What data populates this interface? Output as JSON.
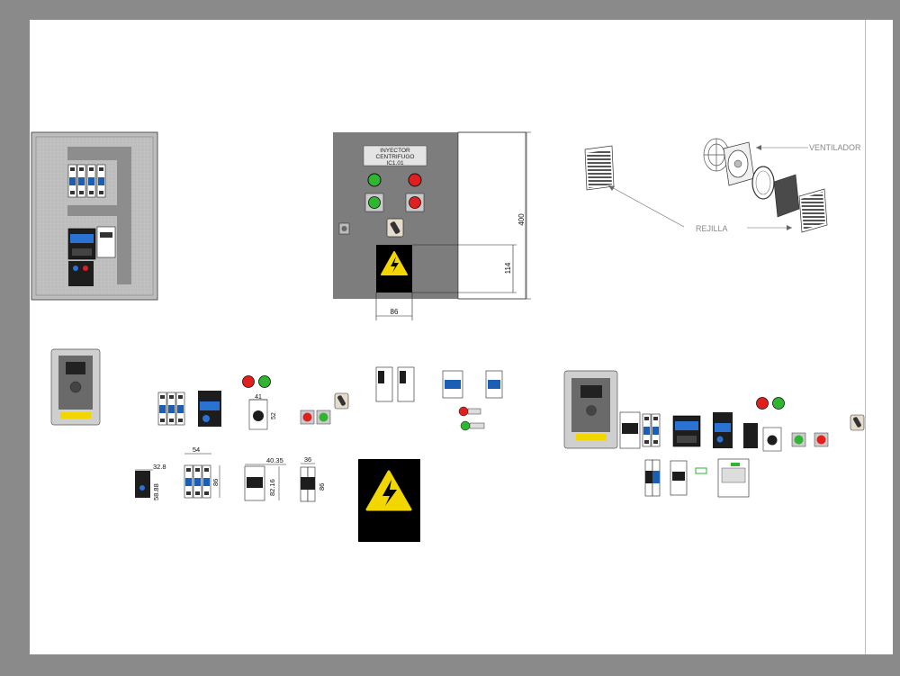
{
  "panel": {
    "title_lines": [
      "INYECTOR",
      "CENTRIFUGO",
      "IC1.01"
    ],
    "dim_height": "400",
    "dim_label_height": "114",
    "dim_label_width": "86"
  },
  "ventilation": {
    "fan_label": "VENTILADOR",
    "grille_label": "REJILLA"
  },
  "component_dims": {
    "relay_width": "32.8",
    "relay_height": "58.88",
    "breaker_width": "54",
    "breaker_height": "86",
    "contactor_width": "40.35",
    "contactor_height": "82.16",
    "switch_width": "36",
    "switch_height": "86",
    "timer_width": "41",
    "timer_height": "52"
  },
  "colors": {
    "panel_face": "#7d7d7d",
    "panel_door": "#ffffff",
    "warning_yellow": "#f2d600",
    "pilot_green": "#2fb52f",
    "pilot_red": "#e0201e",
    "breaker_blue": "#1a5fb4"
  },
  "icons": [
    "warning-high-voltage-icon",
    "selector-switch-icon",
    "pilot-light-icon"
  ]
}
